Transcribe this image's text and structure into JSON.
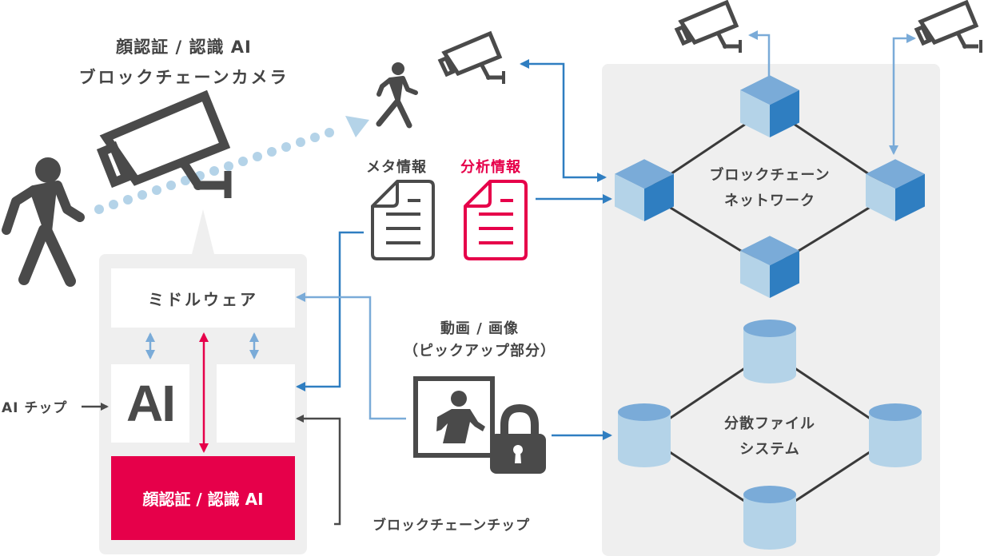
{
  "camera_title": {
    "line1": "顔認証 / 認識 AI",
    "line2": "ブロックチェーンカメラ"
  },
  "device": {
    "middleware_label": "ミドルウェア",
    "ai_label": "AI",
    "face_ai_label": "顔認証 / 認識 AI",
    "ai_chip_callout": "AI チップ",
    "blockchain_chip_callout": "ブロックチェーンチップ"
  },
  "info": {
    "meta_label": "メタ情報",
    "analysis_label": "分析情報"
  },
  "media": {
    "line1": "動画 / 画像",
    "line2": "（ピックアップ部分）"
  },
  "blockchain_network": {
    "line1": "ブロックチェーン",
    "line2": "ネットワーク"
  },
  "distributed_fs": {
    "line1": "分散ファイル",
    "line2": "システム"
  },
  "colors": {
    "dark": "#4a4a4a",
    "accent_red": "#e6004a",
    "blue": "#2f7ec1",
    "light_blue": "#7aabd8",
    "dot_blue": "#b4d3e8",
    "panel_gray": "#efefef"
  }
}
